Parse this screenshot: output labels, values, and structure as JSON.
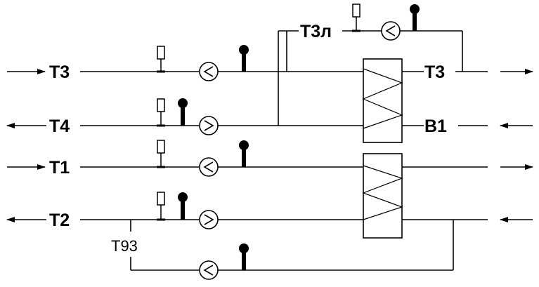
{
  "diagram": {
    "labels": {
      "t3_in": "Т3",
      "t4_out": "Т4",
      "t1_in": "Т1",
      "t2_out": "Т2",
      "t3l": "Т3л",
      "t3_out": "Т3",
      "b1_in": "В1",
      "t93": "Т93"
    },
    "pipelines": [
      {
        "id": "t3",
        "label": "Т3",
        "arrow": "in",
        "pump": "<",
        "valve": true,
        "thermometer": true
      },
      {
        "id": "t4",
        "label": "Т4",
        "arrow": "out",
        "pump": ">",
        "valve": true,
        "thermometer": true
      },
      {
        "id": "t1",
        "label": "Т1",
        "arrow": "in",
        "pump": "<",
        "valve": true,
        "thermometer": true
      },
      {
        "id": "t2",
        "label": "Т2",
        "arrow": "out",
        "pump": ">",
        "valve": true,
        "thermometer": true
      },
      {
        "id": "t3l",
        "label": "Т3л",
        "pump": "<",
        "valve": true,
        "thermometer": true
      },
      {
        "id": "t93",
        "label": "Т93",
        "pump": "<",
        "thermometer": true
      }
    ],
    "heat_exchangers": 2,
    "colors": {
      "line": "#000000",
      "background": "#ffffff"
    }
  }
}
